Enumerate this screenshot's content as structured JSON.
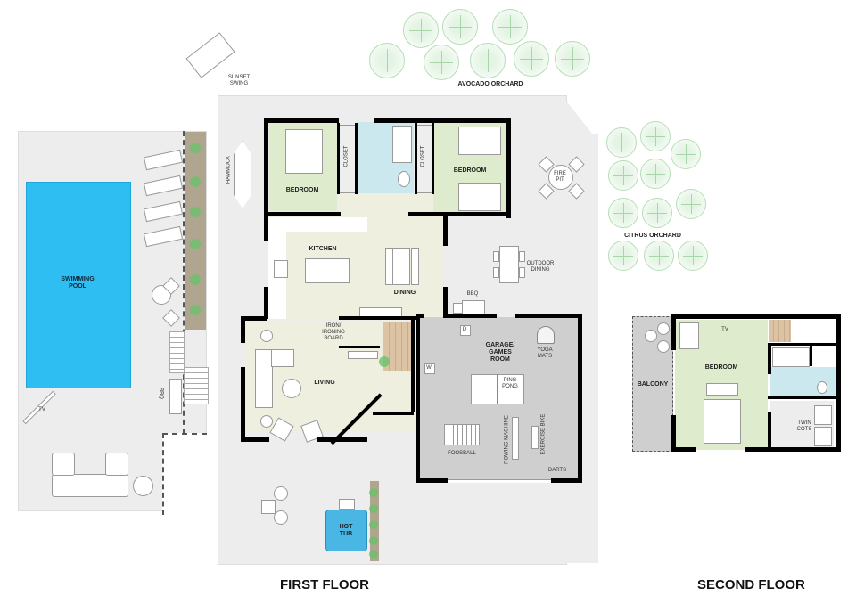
{
  "plan": {
    "first_floor_title": "FIRST FLOOR",
    "second_floor_title": "SECOND FLOOR"
  },
  "colors": {
    "background": "#ffffff",
    "terrace": "#ededed",
    "bedroom": "#deeccd",
    "living": "#efefdf",
    "bathroom": "#cbe8ee",
    "garage": "#cfcfcf",
    "pool": "#2fbef2",
    "hot_tub": "#49b6e4",
    "stairs": "#dcc3a4",
    "planter": "#b0a58f",
    "wall": "#000000",
    "tree": "#bfe3bf"
  },
  "first_floor": {
    "outdoor": {
      "sunset_swing": "SUNSET\nSWING",
      "avocado_orchard": "AVOCADO ORCHARD",
      "citrus_orchard": "CITRUS ORCHARD",
      "hammock": "HAMMOCK",
      "fire_pit": "FIRE\nPIT",
      "outdoor_dining": "OUTDOOR\nDINING",
      "bbq_east": "BBQ",
      "bbq_west": "BBQ",
      "swimming_pool": "SWIMMING\nPOOL",
      "tv_outdoor": "TV",
      "hot_tub": "HOT\nTUB"
    },
    "rooms": {
      "bedroom_west": "BEDROOM",
      "closet_west": "CLOSET",
      "closet_east": "CLOSET",
      "bedroom_east": "BEDROOM",
      "kitchen": "KITCHEN",
      "dining": "DINING",
      "iron_board": "IRON/\nIRONING\nBOARD",
      "living": "LIVING",
      "garage": "GARAGE/\nGAMES\nROOM",
      "yoga_mats": "YOGA\nMATS",
      "ping_pong": "PING\nPONG",
      "foosball": "FOOSBALL",
      "rowing_machine": "ROWING MACHINE",
      "exercise_bike": "EXERCISE BIKE",
      "darts": "DARTS",
      "dryer": "D",
      "washer": "W"
    }
  },
  "second_floor": {
    "rooms": {
      "balcony": "BALCONY",
      "bedroom": "BEDROOM",
      "tv": "TV",
      "twin_cots": "TWIN\nCOTS"
    }
  }
}
